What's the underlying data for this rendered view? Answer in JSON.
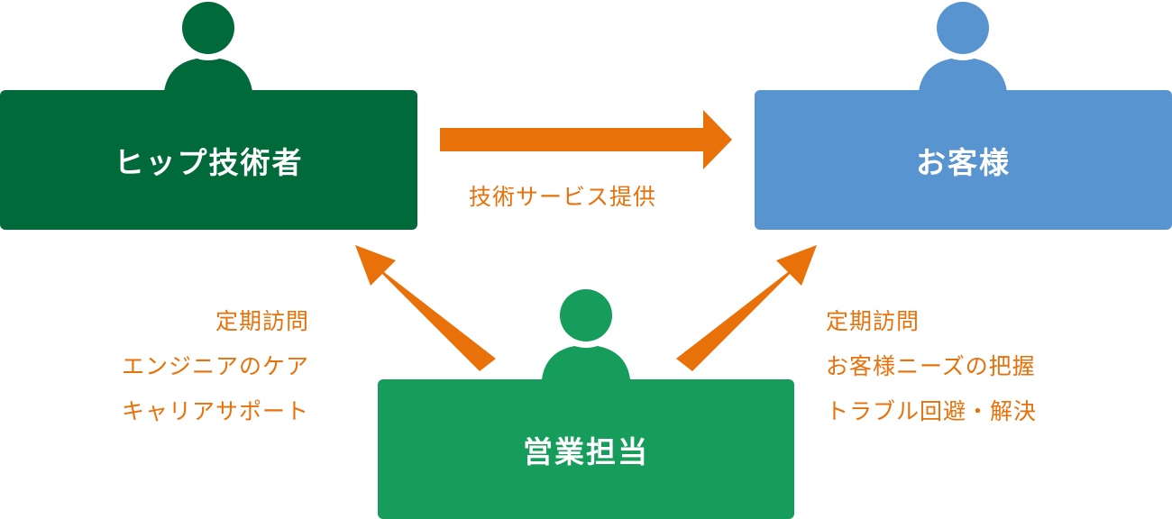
{
  "nodes": {
    "engineer": "ヒップ技術者",
    "customer": "お客様",
    "sales": "営業担当"
  },
  "edges": {
    "service": "技術サービス提供",
    "sales_to_engineer": [
      "定期訪問",
      "エンジニアのケア",
      "キャリアサポート"
    ],
    "sales_to_customer": [
      "定期訪問",
      "お客様ニーズの把握",
      "トラブル回避・解決"
    ]
  },
  "colors": {
    "engineer": "#006a3a",
    "customer": "#5894cf",
    "sales": "#169c5b",
    "arrow": "#e8710a",
    "label": "#e8710a"
  },
  "icons": {
    "engineer": "person-icon",
    "customer": "person-icon",
    "sales": "person-icon"
  }
}
